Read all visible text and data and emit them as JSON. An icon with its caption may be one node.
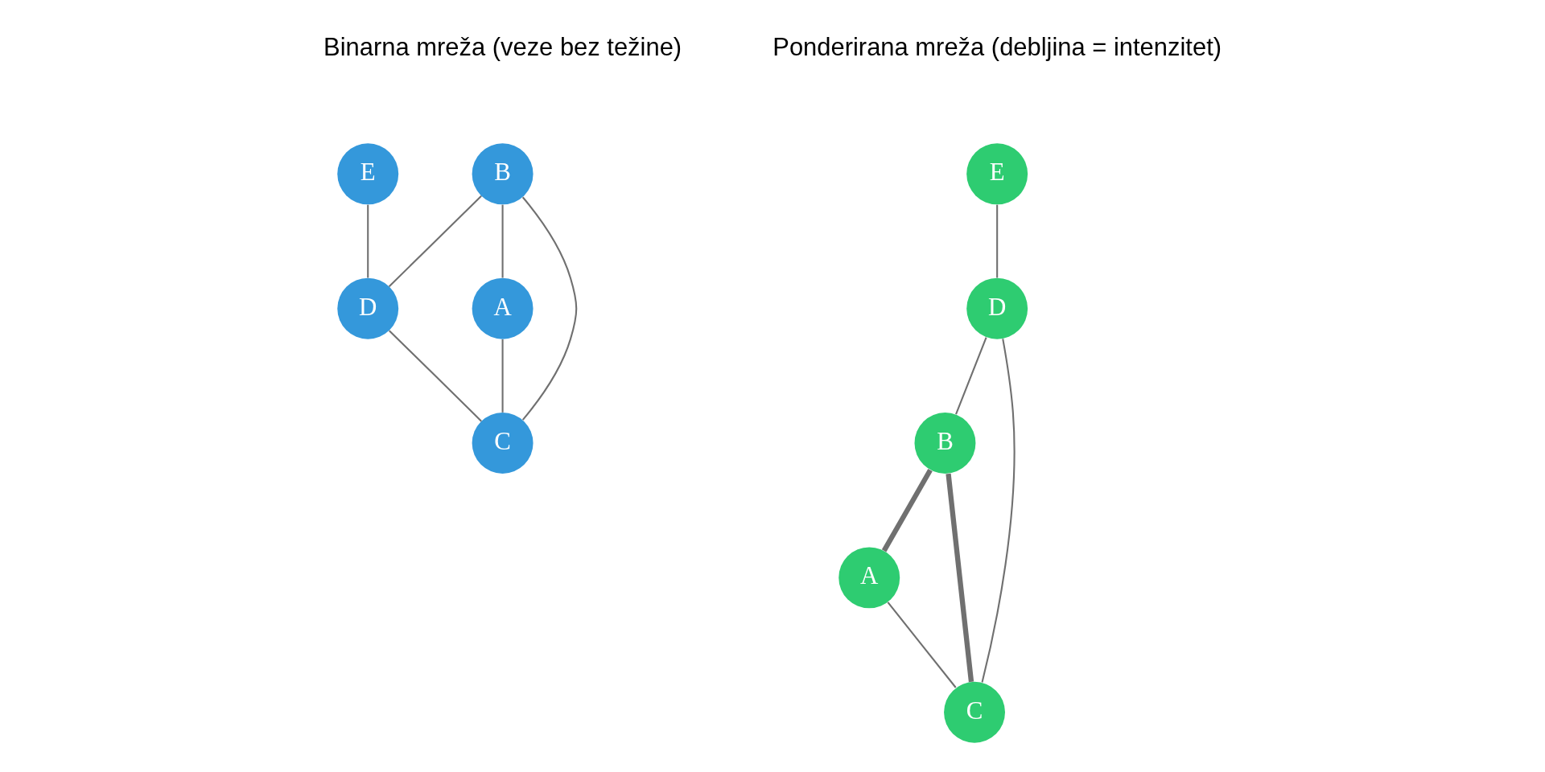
{
  "diagram": {
    "nodes": [
      {
        "text": [
          "B"
        ]
      },
      {
        "text": [
          "E"
        ]
      },
      {
        "text": [
          "D"
        ]
      },
      {
        "text": [
          "A"
        ]
      },
      {
        "text": [
          "C"
        ]
      },
      {
        "text": [
          "E"
        ]
      },
      {
        "text": [
          "B"
        ]
      },
      {
        "text": [
          "D"
        ]
      },
      {
        "text": [
          "A"
        ]
      },
      {
        "text": [
          "C"
        ]
      }
    ],
    "edges": [
      {
        "from": 0,
        "to": 2,
        "arrow": "none"
      },
      {
        "from": 0,
        "to": 4,
        "arrow": "none"
      },
      {
        "from": 0,
        "to": 3,
        "arrow": "none"
      },
      {
        "from": 1,
        "to": 2,
        "arrow": "none"
      },
      {
        "from": 2,
        "to": 4,
        "arrow": "none"
      },
      {
        "from": 3,
        "to": 4,
        "arrow": "none"
      },
      {
        "from": 5,
        "to": 7,
        "arrow": "none"
      },
      {
        "from": 7,
        "to": 6,
        "arrow": "none"
      },
      {
        "from": 6,
        "to": 8,
        "arrow": "none",
        "style": "thick"
      },
      {
        "from": 7,
        "to": 9,
        "arrow": "none"
      },
      {
        "from": 6,
        "to": 9,
        "arrow": "none",
        "style": "thick"
      },
      {
        "from": 8,
        "to": 9,
        "arrow": "none"
      }
    ],
    "labels": [
      "Binarna mreža (veze bez težine)",
      "Ponderirana mreža (debljina = intenzitet)"
    ]
  }
}
